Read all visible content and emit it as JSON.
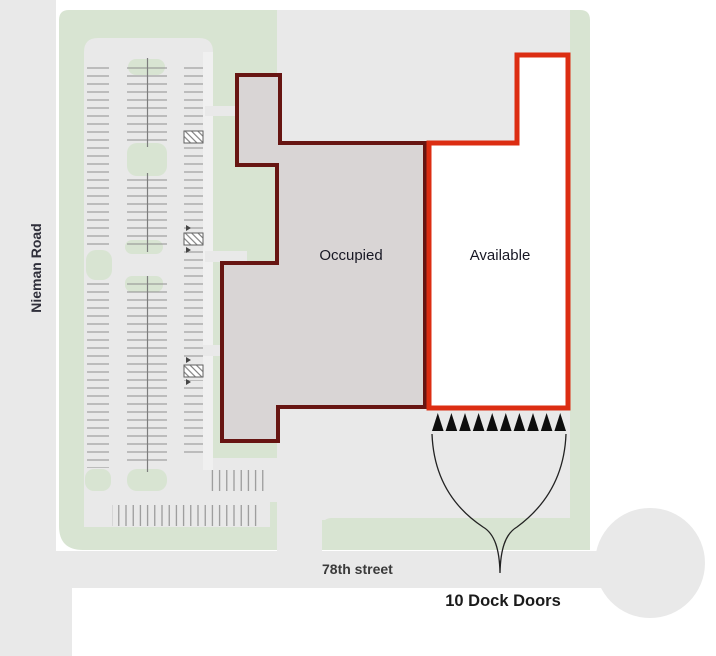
{
  "site_plan": {
    "left_road": {
      "label": "Nieman Road"
    },
    "bottom_road": {
      "label": "78th street"
    },
    "occupied_suite": {
      "label": "Occupied",
      "fill": "#d9d5d5",
      "border": "#671512"
    },
    "available_suite": {
      "label": "Available",
      "fill": "#ffffff",
      "border": "#dc2d12"
    },
    "dock_doors": {
      "label": "10 Dock Doors",
      "count": 10
    },
    "palette": {
      "greenspace": "#d8e4d2",
      "pavement": "#e9e9e9",
      "sidewalk": "#f0f0f0",
      "stall_line": "#8e8e8e",
      "marker": "#0e0e0e"
    }
  }
}
